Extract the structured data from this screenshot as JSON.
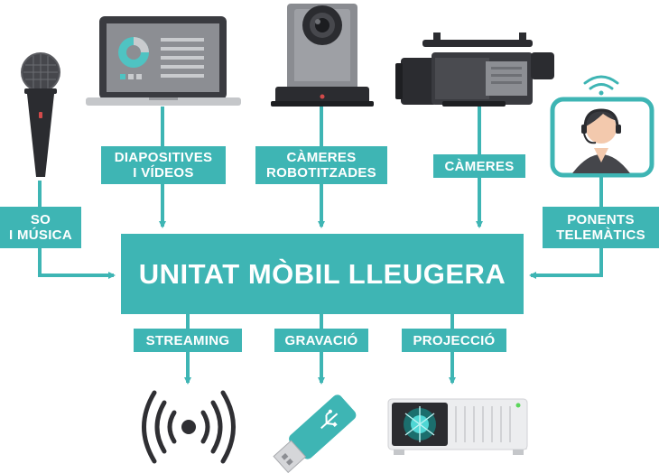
{
  "hub": {
    "title": "UNITAT MÒBIL LLEUGERA"
  },
  "inputs": {
    "so": {
      "line1": "SO",
      "line2": "I MÚSICA"
    },
    "diapositives": {
      "line1": "DIAPOSITIVES",
      "line2": "I VÍDEOS"
    },
    "robotitzades": {
      "line1": "CÀMERES",
      "line2": "ROBOTITZADES"
    },
    "cameres": {
      "line1": "CÀMERES"
    },
    "ponents": {
      "line1": "PONENTS",
      "line2": "TELEMÀTICS"
    }
  },
  "outputs": {
    "streaming": {
      "label": "STREAMING"
    },
    "gravacio": {
      "label": "GRAVACIÓ"
    },
    "projeccio": {
      "label": "PROJECCIÓ"
    }
  },
  "colors": {
    "teal": "#3eb5b4",
    "dark": "#2f2f33",
    "gray": "#8e9094",
    "light": "#dcdddf"
  }
}
